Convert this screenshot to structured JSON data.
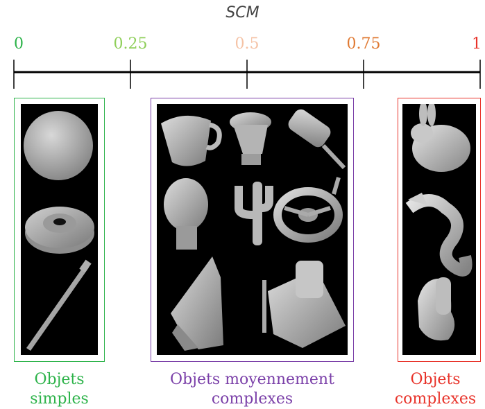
{
  "title": "SCM",
  "scale": {
    "ticks": [
      {
        "value": 0,
        "label": "0",
        "color": "#2db34a"
      },
      {
        "value": 0.25,
        "label": "0.25",
        "color": "#8fcf5a"
      },
      {
        "value": 0.5,
        "label": "0.5",
        "color": "#f5c3a6"
      },
      {
        "value": 0.75,
        "label": "0.75",
        "color": "#e07a33"
      },
      {
        "value": 1,
        "label": "1",
        "color": "#e8332a"
      }
    ]
  },
  "groups": {
    "simple": {
      "caption_1": "Objets",
      "caption_2": "simples",
      "color": "#2db34a",
      "objects": [
        "sphere",
        "disc-rotor",
        "tapered-rod"
      ]
    },
    "medium": {
      "caption_1": "Objets moyennement",
      "caption_2": "complexes",
      "color": "#7a3fa8",
      "objects": [
        "cup",
        "toilet",
        "cylinder-pipe",
        "head",
        "cactus",
        "steering-wheel",
        "angled-part",
        "mechanical-block"
      ]
    },
    "complex": {
      "caption_1": "Objets",
      "caption_2": "complexes",
      "color": "#e8332a",
      "objects": [
        "bunny",
        "dragon",
        "hand"
      ]
    }
  }
}
